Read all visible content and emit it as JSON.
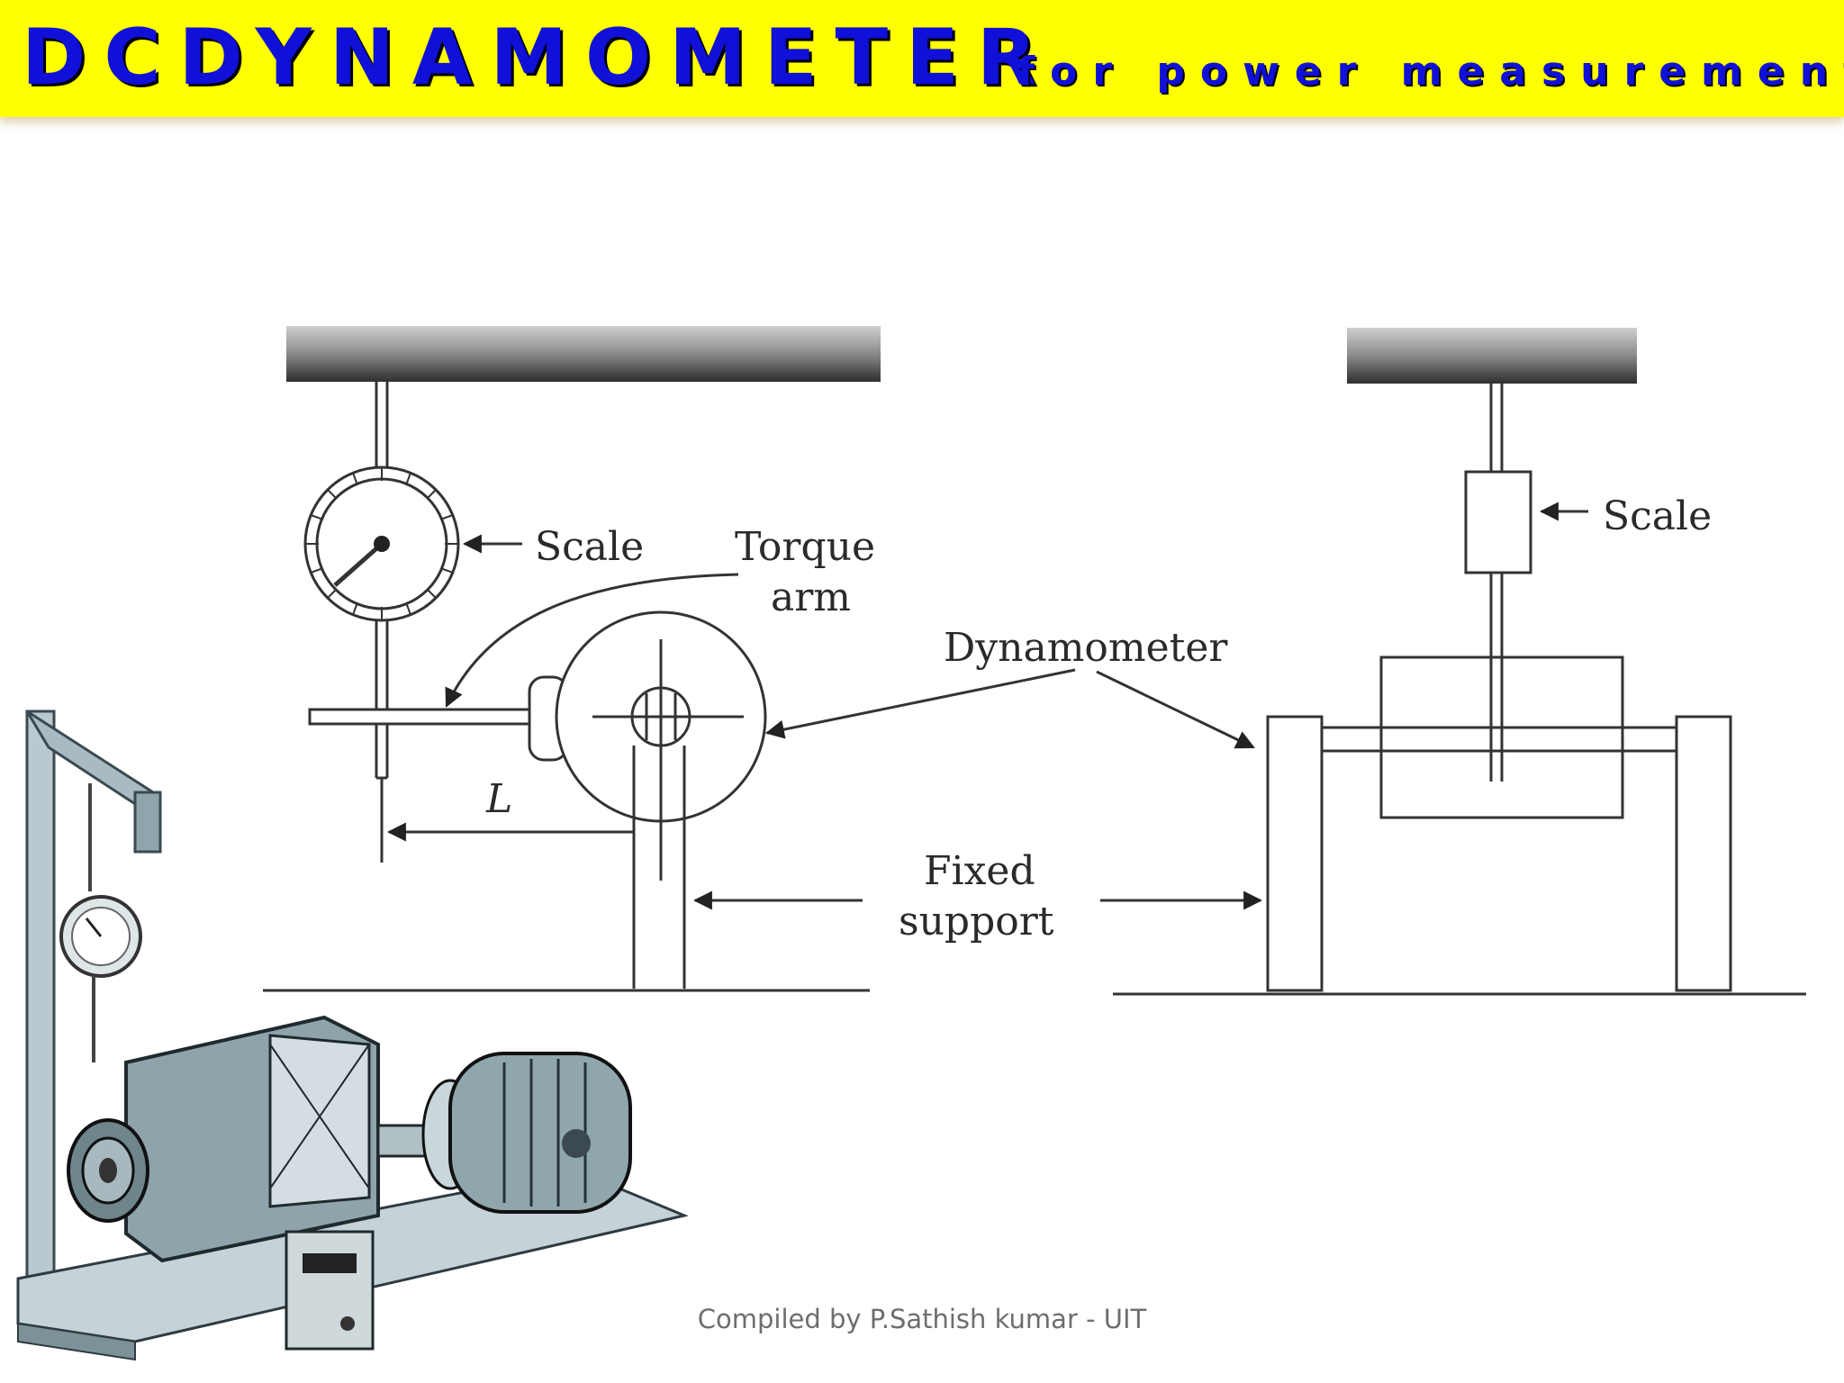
{
  "title": {
    "main": "DCDYNAMOMETER",
    "sub": "for power measurement"
  },
  "diagram": {
    "labels": {
      "scale_left": "Scale",
      "torque_line1": "Torque",
      "torque_line2": "arm",
      "dynamometer": "Dynamometer",
      "length": "L",
      "fixed_line1": "Fixed",
      "fixed_line2": "support",
      "scale_right": "Scale"
    }
  },
  "footer": "Compiled by P.Sathish kumar - UIT"
}
